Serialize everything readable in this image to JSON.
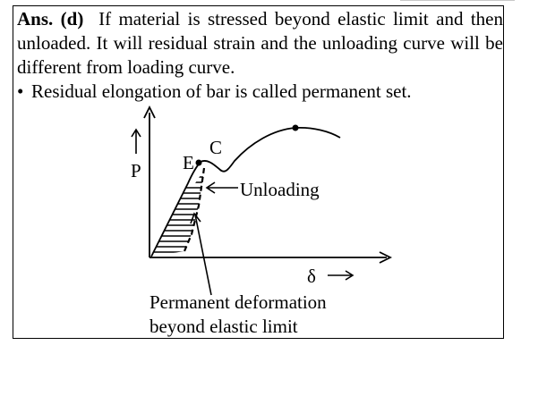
{
  "answer": {
    "label": "Ans. (d)",
    "text": "If material is stressed beyond elastic limit and then unloaded. It will residual strain and the unloading curve will be different from loading curve.",
    "bullet_symbol": "•",
    "bullet_text": "Residual elongation of bar is called permanent set."
  },
  "diagram": {
    "y_axis_label": "P",
    "x_axis_label": "δ",
    "point_e_label": "E",
    "point_c_label": "C",
    "unloading_label": "Unloading",
    "permanent_label_line1": "Permanent deformation",
    "permanent_label_line2": "beyond elastic limit",
    "colors": {
      "ink": "#000000"
    }
  }
}
